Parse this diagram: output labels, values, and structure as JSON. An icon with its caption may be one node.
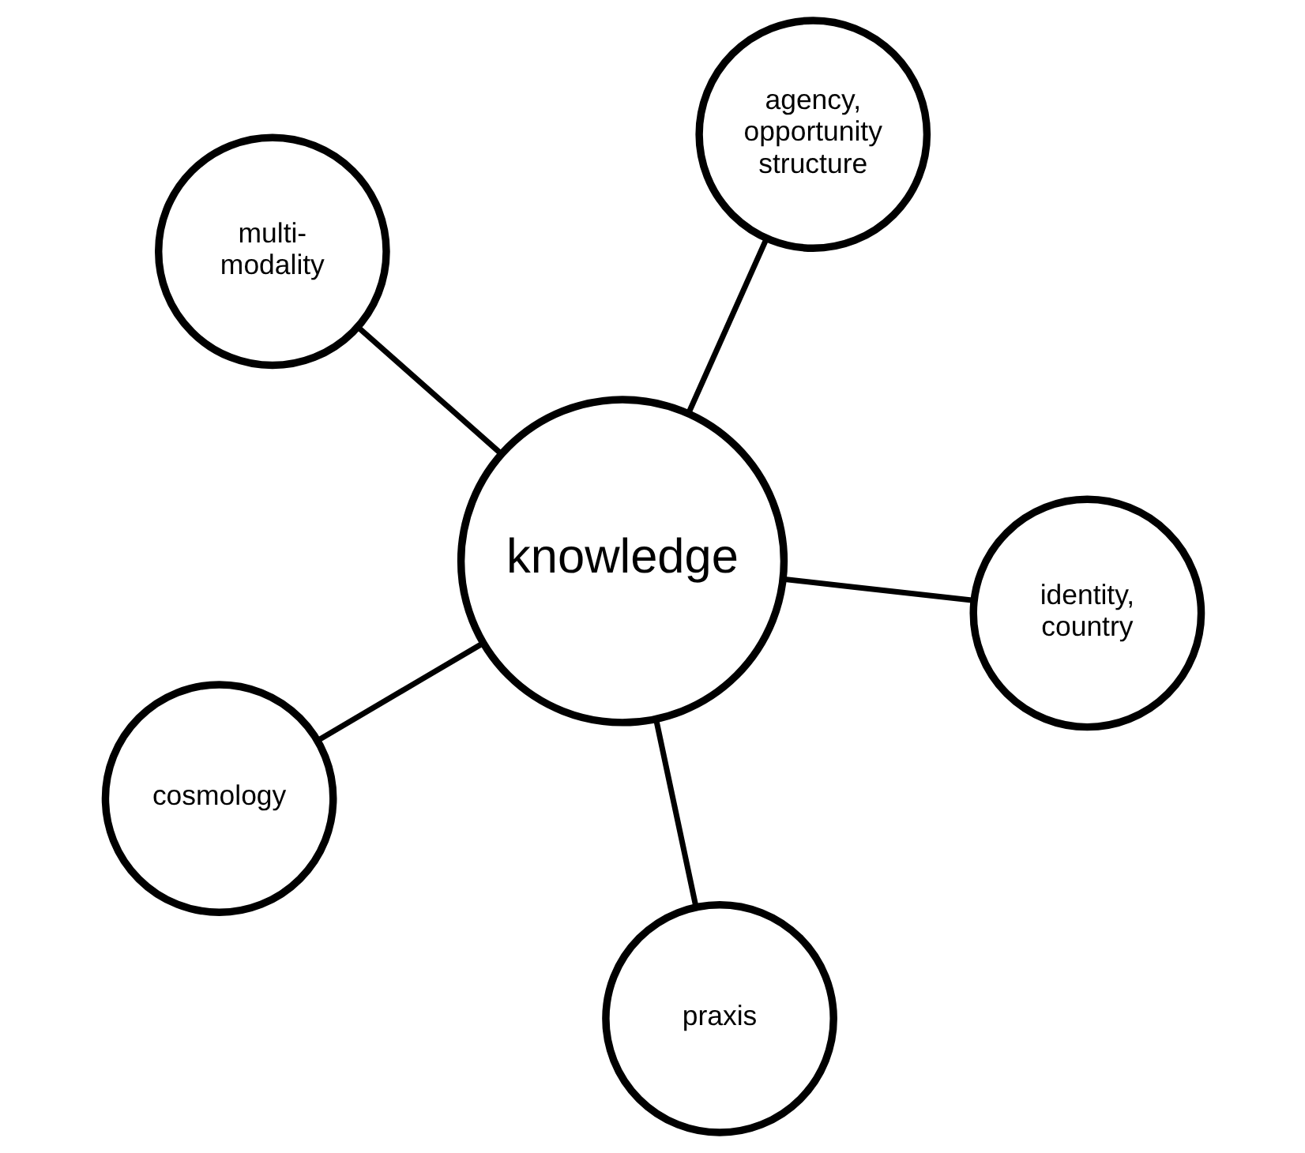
{
  "diagram": {
    "nodes": [
      {
        "text": [
          "multi-modality"
        ]
      },
      {
        "text": [
          "identity, country"
        ]
      },
      {
        "text": [
          "praxis"
        ]
      },
      {
        "text": [
          "knowledge"
        ]
      },
      {
        "text": [
          "agency, opportunity structure"
        ]
      },
      {
        "text": [
          "cosmology"
        ]
      }
    ],
    "edges": [
      {
        "from": 3,
        "to": 0,
        "arrow": "none"
      },
      {
        "from": 3,
        "to": 1,
        "arrow": "none"
      },
      {
        "from": 3,
        "to": 2,
        "arrow": "none"
      },
      {
        "from": 3,
        "to": 4,
        "arrow": "none"
      },
      {
        "from": 3,
        "to": 5,
        "arrow": "none"
      }
    ]
  }
}
